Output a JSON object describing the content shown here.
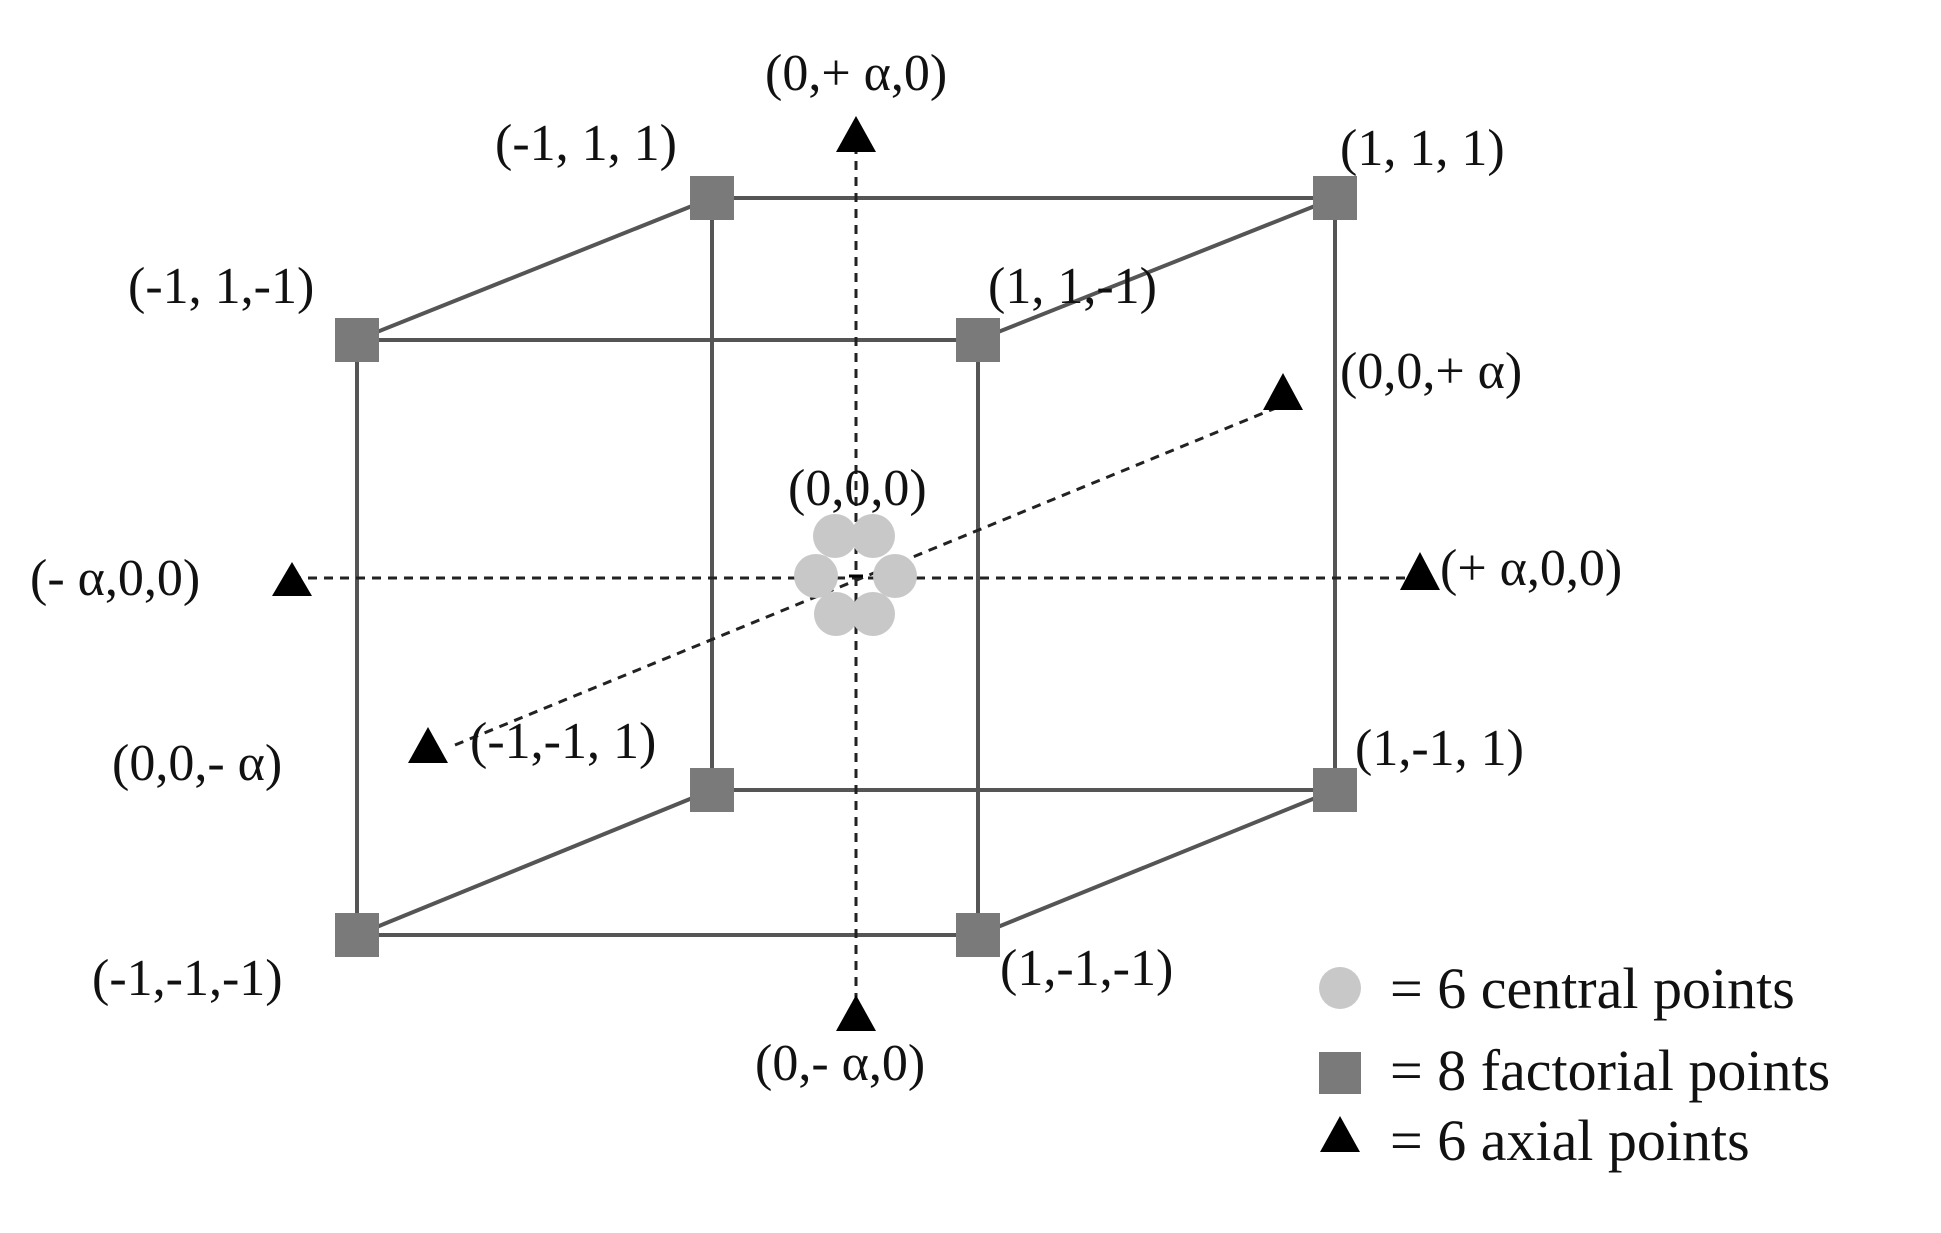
{
  "diagram": {
    "colors": {
      "edge": "#555555",
      "factorial": "#7a7a7a",
      "central": "#c8c8c8",
      "axial": "#000000",
      "text": "#111111"
    },
    "factorial_labels": {
      "top_back_left": "(-1, 1, 1)",
      "top_back_right": "(1, 1, 1)",
      "top_front_left": "(-1, 1,-1)",
      "top_front_right": "(1, 1,-1)",
      "bottom_back_left": "(-1,-1, 1)",
      "bottom_back_right": "(1,-1, 1)",
      "bottom_front_left": "(-1,-1,-1)",
      "bottom_front_right": "(1,-1,-1)"
    },
    "axial_labels": {
      "y_plus": "(0,+ α,0)",
      "y_minus": "(0,- α,0)",
      "x_minus": "(- α,0,0)",
      "x_plus": "(+ α,0,0)",
      "z_plus": "(0,0,+ α)",
      "z_minus": "(0,0,- α)"
    },
    "center_label": "(0,0,0)",
    "legend": [
      {
        "symbol": "circle",
        "text": "= 6 central points"
      },
      {
        "symbol": "square",
        "text": "= 8 factorial points"
      },
      {
        "symbol": "triangle",
        "text": "= 6 axial points"
      }
    ]
  }
}
